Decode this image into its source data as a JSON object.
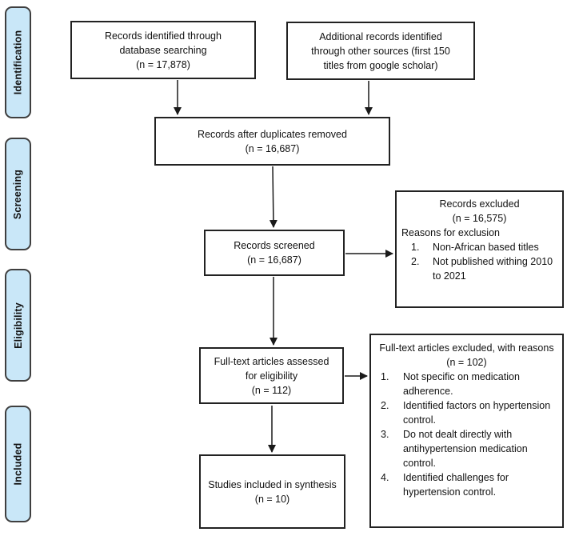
{
  "stages": {
    "identification": "Identification",
    "screening": "Screening",
    "eligibility": "Eligibility",
    "included": "Included"
  },
  "boxes": {
    "database_search": {
      "text": "Records identified through database searching",
      "count": "(n = 17,878)"
    },
    "other_sources": {
      "text": "Additional records identified through other sources (first 150 titles from google scholar)"
    },
    "duplicates_removed": {
      "text": "Records after duplicates removed",
      "count": "(n = 16,687)"
    },
    "records_screened": {
      "text": "Records screened",
      "count": "(n = 16,687)"
    },
    "records_excluded": {
      "title": "Records excluded",
      "count": "(n = 16,575)",
      "subtitle": "Reasons for exclusion",
      "items": [
        {
          "num": "1.",
          "text": "Non-African based titles"
        },
        {
          "num": "2.",
          "text": "Not published withing 2010 to 2021"
        }
      ]
    },
    "fulltext_assessed": {
      "text": "Full-text articles assessed for eligibility",
      "count": "(n = 112)"
    },
    "fulltext_excluded": {
      "title": "Full-text articles excluded, with reasons",
      "count": "(n = 102)",
      "items": [
        {
          "num": "1.",
          "text": "Not specific on medication adherence."
        },
        {
          "num": "2.",
          "text": "Identified factors on hypertension control."
        },
        {
          "num": "3.",
          "text": "Do not dealt directly with antihypertension medication control."
        },
        {
          "num": "4.",
          "text": "Identified challenges for hypertension control."
        }
      ]
    },
    "studies_included": {
      "text": "Studies included in synthesis",
      "count": "(n = 10)"
    }
  },
  "colors": {
    "stage_fill": "#c9e7f8",
    "stage_border": "#3f3f3f",
    "box_border": "#222222",
    "arrow": "#1a1a1a"
  }
}
